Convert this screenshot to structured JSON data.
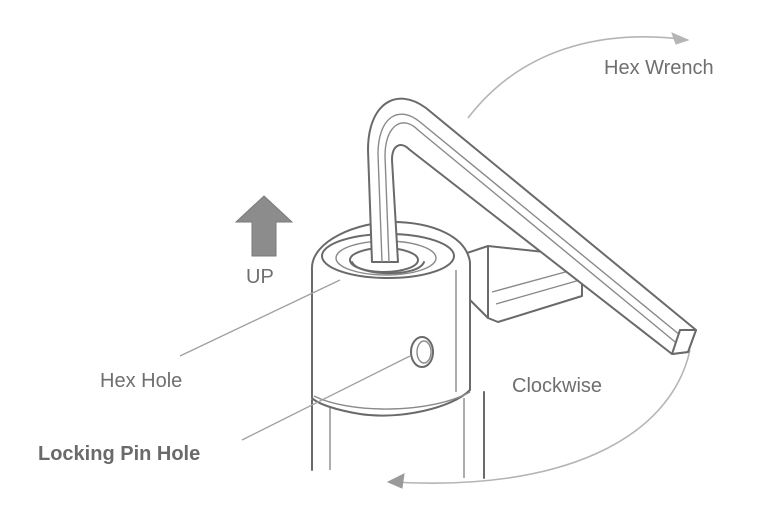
{
  "labels": {
    "hex_wrench": "Hex Wrench",
    "up": "UP",
    "hex_hole": "Hex Hole",
    "clockwise": "Clockwise",
    "locking_pin_hole": "Locking Pin Hole"
  },
  "colors": {
    "line": "#6a6a6a",
    "text": "#6f6f6f",
    "arrow_fill": "#8c8c8c",
    "background": "#ffffff"
  },
  "icons": [
    "up-arrow-icon",
    "clockwise-arrow-icon"
  ]
}
